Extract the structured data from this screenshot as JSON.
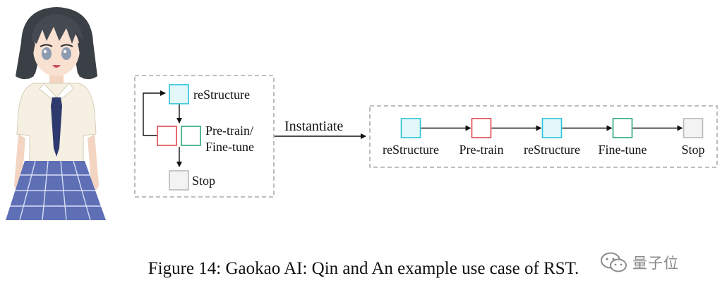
{
  "figure": {
    "caption": "Figure 14: Gaokao AI: Qin and An example use case of RST.",
    "watermark_text": "量子位",
    "watermark_icon": "wechat-icon",
    "avatar_icon": "anime-girl-illustration"
  },
  "left_panel": {
    "restructure_label": "reStructure",
    "pretrain_finetune_label_line1": "Pre-train/",
    "pretrain_finetune_label_line2": "Fine-tune",
    "stop_label": "Stop"
  },
  "connector": {
    "label": "Instantiate"
  },
  "right_panel": {
    "steps": [
      {
        "label": "reStructure",
        "kind": "restructure"
      },
      {
        "label": "Pre-train",
        "kind": "pretrain"
      },
      {
        "label": "reStructure",
        "kind": "restructure"
      },
      {
        "label": "Fine-tune",
        "kind": "finetune"
      },
      {
        "label": "Stop",
        "kind": "stop"
      }
    ]
  },
  "colors": {
    "restructure_stroke": "#29c2d8",
    "restructure_fill": "#e3f8fb",
    "pretrain_stroke": "#e0474c",
    "pretrain_fill": "#ffffff",
    "finetune_stroke": "#28a877",
    "finetune_fill": "#ffffff",
    "stop_stroke": "#b9b9b9",
    "stop_fill": "#f3f3f3",
    "panel_border": "#9a9a9a"
  }
}
